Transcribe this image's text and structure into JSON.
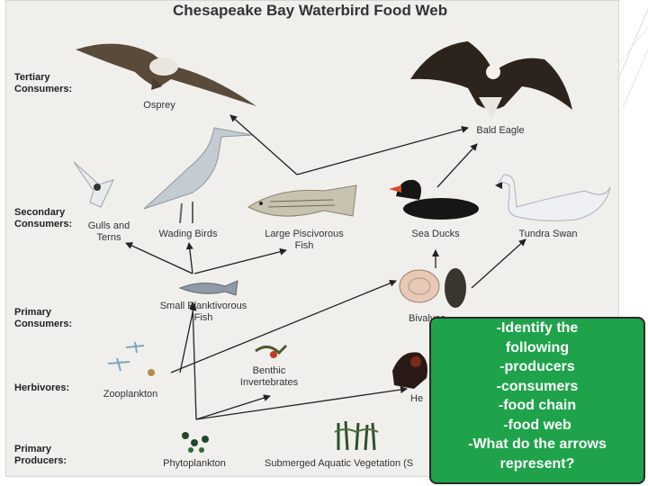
{
  "title": "Chesapeake Bay Waterbird Food Web",
  "levels": {
    "tertiary": "Tertiary\nConsumers:",
    "secondary": "Secondary\nConsumers:",
    "primary": "Primary\nConsumers:",
    "herbivores": "Herbivores:",
    "producers": "Primary\nProducers:"
  },
  "organisms": {
    "osprey": "Osprey",
    "bald_eagle": "Bald Eagle",
    "gulls_terns": "Gulls and\nTerns",
    "wading_birds": "Wading Birds",
    "piscivorous_fish": "Large Piscivorous\nFish",
    "sea_ducks": "Sea Ducks",
    "tundra_swan": "Tundra Swan",
    "planktivorous_fish": "Small Planktivorous\nFish",
    "bivalves": "Bivalves",
    "zooplankton": "Zooplankton",
    "benthic": "Benthic\nInvertebrates",
    "herbivore_duck": "He",
    "phytoplankton": "Phytoplankton",
    "sav": "Submerged Aquatic Vegetation (S"
  },
  "questions": [
    "-Identify the",
    "following",
    "-producers",
    "-consumers",
    "-food chain",
    "-food web",
    "-What do the arrows",
    "represent?"
  ],
  "colors": {
    "panel_bg": "#f1efec",
    "arrow": "#222222",
    "note_bg": "#1ea34a",
    "note_text": "#ffffff"
  }
}
